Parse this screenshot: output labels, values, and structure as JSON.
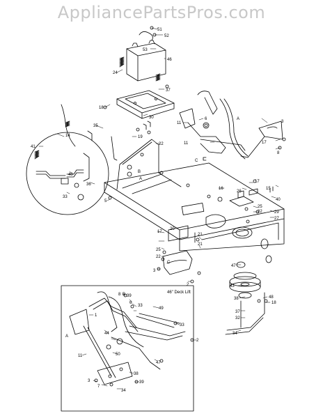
{
  "watermark": "AppliancePartsPros.com",
  "inset": {
    "title": "46\" Deck Lift"
  },
  "callouts": [
    {
      "id": "c51",
      "text": "51"
    },
    {
      "id": "c52",
      "text": "52"
    },
    {
      "id": "c53",
      "text": "53"
    },
    {
      "id": "c46",
      "text": "46"
    },
    {
      "id": "c24",
      "text": "24"
    },
    {
      "id": "c37",
      "text": "37"
    },
    {
      "id": "c18a",
      "text": "18"
    },
    {
      "id": "c30",
      "text": "30"
    },
    {
      "id": "c11a",
      "text": "11"
    },
    {
      "id": "c6a",
      "text": "6"
    },
    {
      "id": "c11b",
      "text": "11"
    },
    {
      "id": "c3a",
      "text": "3"
    },
    {
      "id": "c17a",
      "text": "17"
    },
    {
      "id": "c8a",
      "text": "8"
    },
    {
      "id": "c14",
      "text": "14"
    },
    {
      "id": "c35",
      "text": "35"
    },
    {
      "id": "c19",
      "text": "19"
    },
    {
      "id": "c22a",
      "text": "22"
    },
    {
      "id": "c41",
      "text": "41"
    },
    {
      "id": "c40",
      "text": "40"
    },
    {
      "id": "c36",
      "text": "36"
    },
    {
      "id": "c33",
      "text": "33"
    },
    {
      "id": "c5",
      "text": "5"
    },
    {
      "id": "c16",
      "text": "16"
    },
    {
      "id": "c17b",
      "text": "17"
    },
    {
      "id": "c26",
      "text": "26"
    },
    {
      "id": "c15",
      "text": "15"
    },
    {
      "id": "c40b",
      "text": "40"
    },
    {
      "id": "c25a",
      "text": "25"
    },
    {
      "id": "c22b",
      "text": "22"
    },
    {
      "id": "c29",
      "text": "29"
    },
    {
      "id": "c27",
      "text": "27"
    },
    {
      "id": "c21a",
      "text": "21"
    },
    {
      "id": "c20",
      "text": "20"
    },
    {
      "id": "c17c",
      "text": "17"
    },
    {
      "id": "c25b",
      "text": "25"
    },
    {
      "id": "c22c",
      "text": "22"
    },
    {
      "id": "c21b",
      "text": "21"
    },
    {
      "id": "c3b",
      "text": "3"
    },
    {
      "id": "c2a",
      "text": "2"
    },
    {
      "id": "c47a",
      "text": "47"
    },
    {
      "id": "c43",
      "text": "43"
    },
    {
      "id": "c48",
      "text": "48"
    },
    {
      "id": "c38",
      "text": "38"
    },
    {
      "id": "c18b",
      "text": "18"
    },
    {
      "id": "c37b",
      "text": "37"
    },
    {
      "id": "c32",
      "text": "32"
    },
    {
      "id": "c34",
      "text": "34"
    },
    {
      "id": "c8b",
      "text": "8"
    },
    {
      "id": "c39",
      "text": "39"
    },
    {
      "id": "c6b",
      "text": "6"
    },
    {
      "id": "c33b",
      "text": "33"
    },
    {
      "id": "c49",
      "text": "49"
    },
    {
      "id": "c1",
      "text": "1"
    },
    {
      "id": "c44",
      "text": "44"
    },
    {
      "id": "c33c",
      "text": "33"
    },
    {
      "id": "c47b",
      "text": "47"
    },
    {
      "id": "c2b",
      "text": "2"
    },
    {
      "id": "c50",
      "text": "50"
    },
    {
      "id": "c3c",
      "text": "3"
    },
    {
      "id": "c7",
      "text": "7"
    },
    {
      "id": "c34b",
      "text": "34"
    },
    {
      "id": "c39b",
      "text": "39"
    },
    {
      "id": "c38b",
      "text": "38"
    },
    {
      "id": "c11c",
      "text": "11"
    },
    {
      "id": "cA1",
      "text": "A"
    },
    {
      "id": "cA2",
      "text": "A"
    },
    {
      "id": "cB1",
      "text": "B"
    },
    {
      "id": "cB2",
      "text": "B"
    },
    {
      "id": "cC1",
      "text": "C"
    },
    {
      "id": "cC2",
      "text": "C"
    },
    {
      "id": "cA3",
      "text": "A"
    }
  ]
}
